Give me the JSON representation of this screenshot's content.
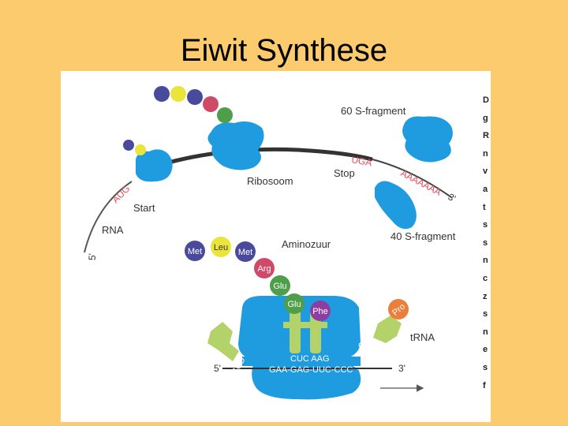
{
  "slide": {
    "title": "Eiwit Synthese"
  },
  "diagram": {
    "labels": {
      "fragment60": "60 S-fragment",
      "fragment40": "40 S-fragment",
      "ribosome": "Ribosoom",
      "stop": "Stop",
      "start": "Start",
      "rna": "RNA",
      "amino_acid": "Aminozuur",
      "trna": "tRNA",
      "prime5_left": "5'",
      "prime5_bottom": "5'",
      "prime3_bottom": "3'",
      "prime3_tail": "3'"
    },
    "codons": {
      "start": "AUG",
      "stop": "UGA",
      "polyA": "AAAAAAA",
      "anticodon_left": "CUU",
      "anticodon_mid": "CUC AAG",
      "anticodon_right": "GGG",
      "mrna_sequence": "GAA-GAG-UUC-CCC"
    },
    "amino_acids": {
      "met1": "Met",
      "leu": "Leu",
      "met2": "Met",
      "arg": "Arg",
      "glu1": "Glu",
      "glu2": "Glu",
      "phe": "Phe",
      "pro": "Pro"
    },
    "colors": {
      "ribosome": "#1F9BE0",
      "met": "#4A4A9C",
      "leu": "#EBE43B",
      "arg": "#CF4A68",
      "glu": "#4E9E4A",
      "phe": "#8E3EA0",
      "pro": "#EB7E3A",
      "codon_text": "#E94C5A",
      "trna": "#B4D26A"
    },
    "side_letters": [
      "D",
      "g",
      "R",
      "n",
      "v",
      "a",
      "t",
      "s",
      "s",
      "n",
      "c",
      "z",
      "s",
      "n",
      "e",
      "s",
      "f"
    ]
  }
}
